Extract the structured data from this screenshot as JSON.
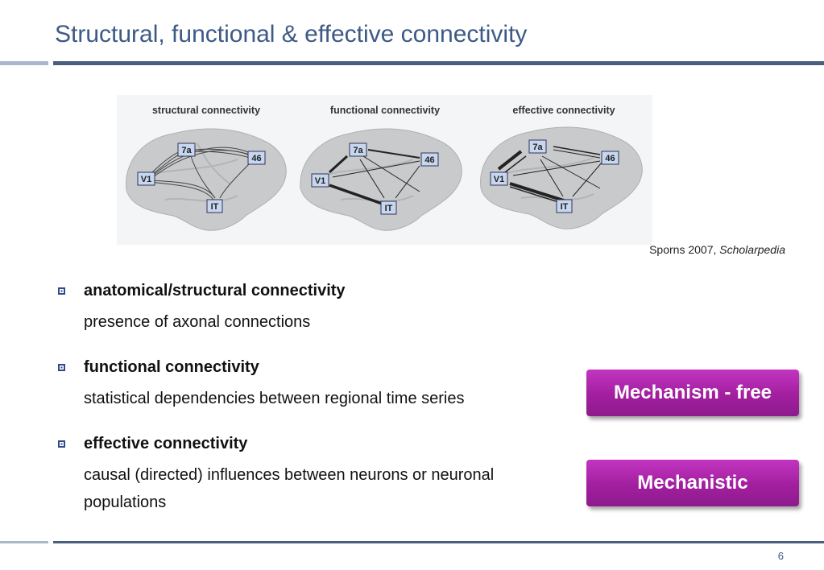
{
  "slide": {
    "title": "Structural, functional & effective connectivity",
    "page_number": "6"
  },
  "figure": {
    "panels": [
      {
        "label": "structural connectivity",
        "nodes": [
          "7a",
          "46",
          "V1",
          "IT"
        ]
      },
      {
        "label": "functional connectivity",
        "nodes": [
          "7a",
          "46",
          "V1",
          "IT"
        ]
      },
      {
        "label": "effective connectivity",
        "nodes": [
          "7a",
          "46",
          "V1",
          "IT"
        ]
      }
    ],
    "citation_prefix": "Sporns 2007, ",
    "citation_journal": "Scholarpedia"
  },
  "bullets": [
    {
      "heading": "anatomical/structural connectivity",
      "description": "presence of axonal connections"
    },
    {
      "heading": "functional connectivity",
      "description": "statistical dependencies between regional time series"
    },
    {
      "heading": "effective connectivity",
      "description": "causal (directed) influences between neurons or neuronal populations"
    }
  ],
  "tags": {
    "mechanism_free": "Mechanism - free",
    "mechanistic": "Mechanistic"
  },
  "colors": {
    "title": "#3c5a85",
    "rule": "#4a5f7e",
    "tag_magenta": "#a21f9f",
    "bullet_marker": "#2d4a8a"
  }
}
